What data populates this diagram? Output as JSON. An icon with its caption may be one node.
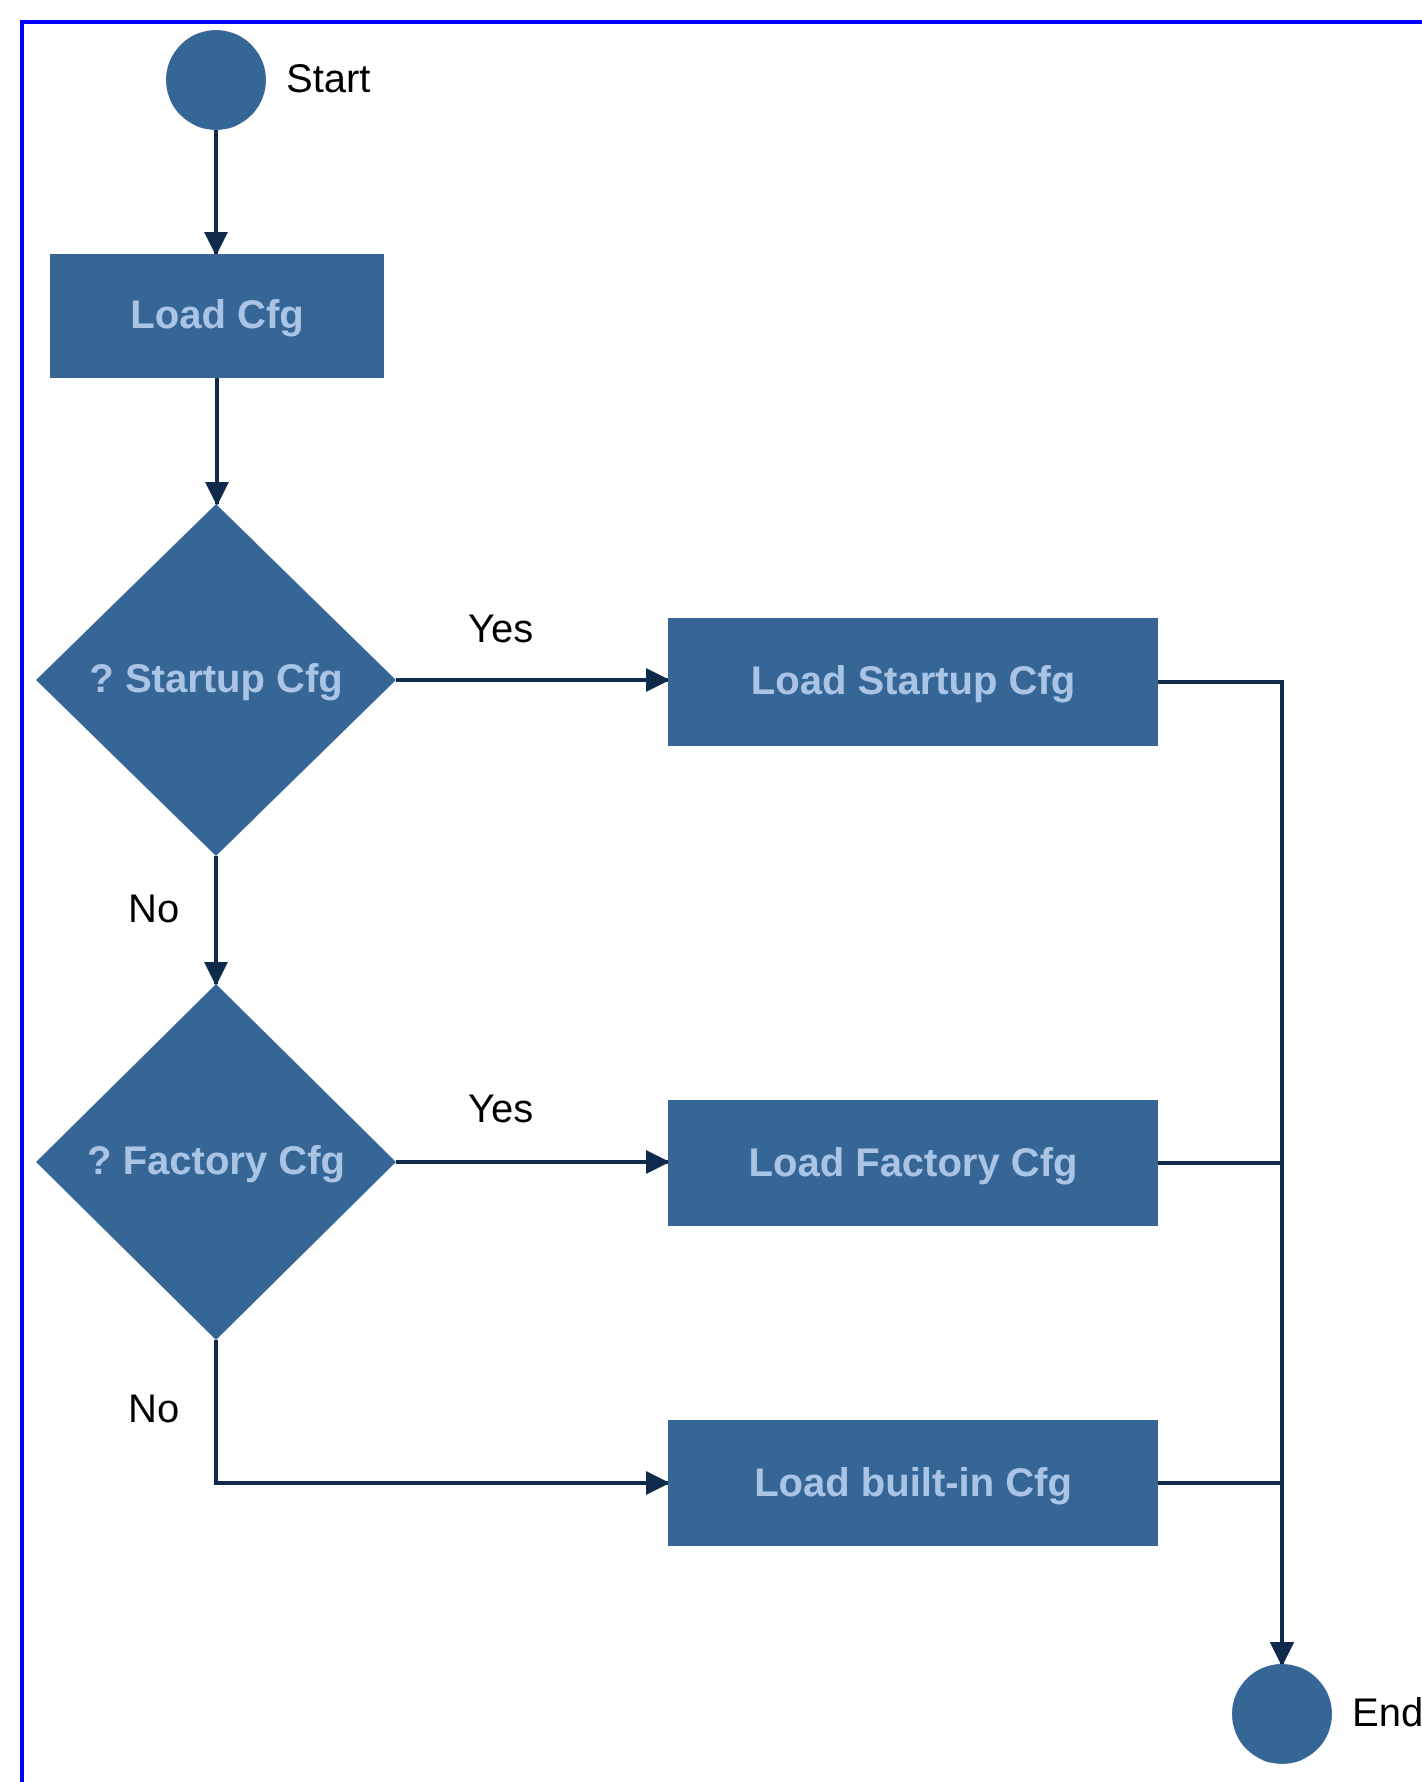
{
  "diagram": {
    "nodes": [
      {
        "text": [],
        "shape": "circle",
        "beside": [
          "Start"
        ]
      },
      {
        "text": [
          "Load Cfg"
        ]
      },
      {
        "text": [
          "? Startup Cfg"
        ]
      },
      {
        "text": [
          "Load Startup Cfg"
        ]
      },
      {
        "text": [
          "? Factory Cfg"
        ]
      },
      {
        "text": [
          "Load Factory Cfg"
        ]
      },
      {
        "text": [
          "Load built-in Cfg"
        ]
      },
      {
        "text": [],
        "shape": "circle",
        "beside": [
          "End"
        ]
      }
    ],
    "edges": [
      {
        "from": 0,
        "to": 1,
        "arrow": "to"
      },
      {
        "from": 1,
        "to": 2,
        "arrow": "to"
      },
      {
        "from": 2,
        "to": 3,
        "arrow": "to",
        "label": "Yes"
      },
      {
        "from": 2,
        "to": 4,
        "arrow": "to",
        "label": "No"
      },
      {
        "from": 4,
        "to": 5,
        "arrow": "to",
        "label": "Yes"
      },
      {
        "from": 4,
        "to": 6,
        "arrow": "to",
        "label": "No"
      },
      {
        "from": 3,
        "to": 7,
        "arrow": "to"
      },
      {
        "from": 5,
        "to": 7,
        "arrow": "to"
      },
      {
        "from": 6,
        "to": 7,
        "arrow": "to"
      }
    ]
  }
}
